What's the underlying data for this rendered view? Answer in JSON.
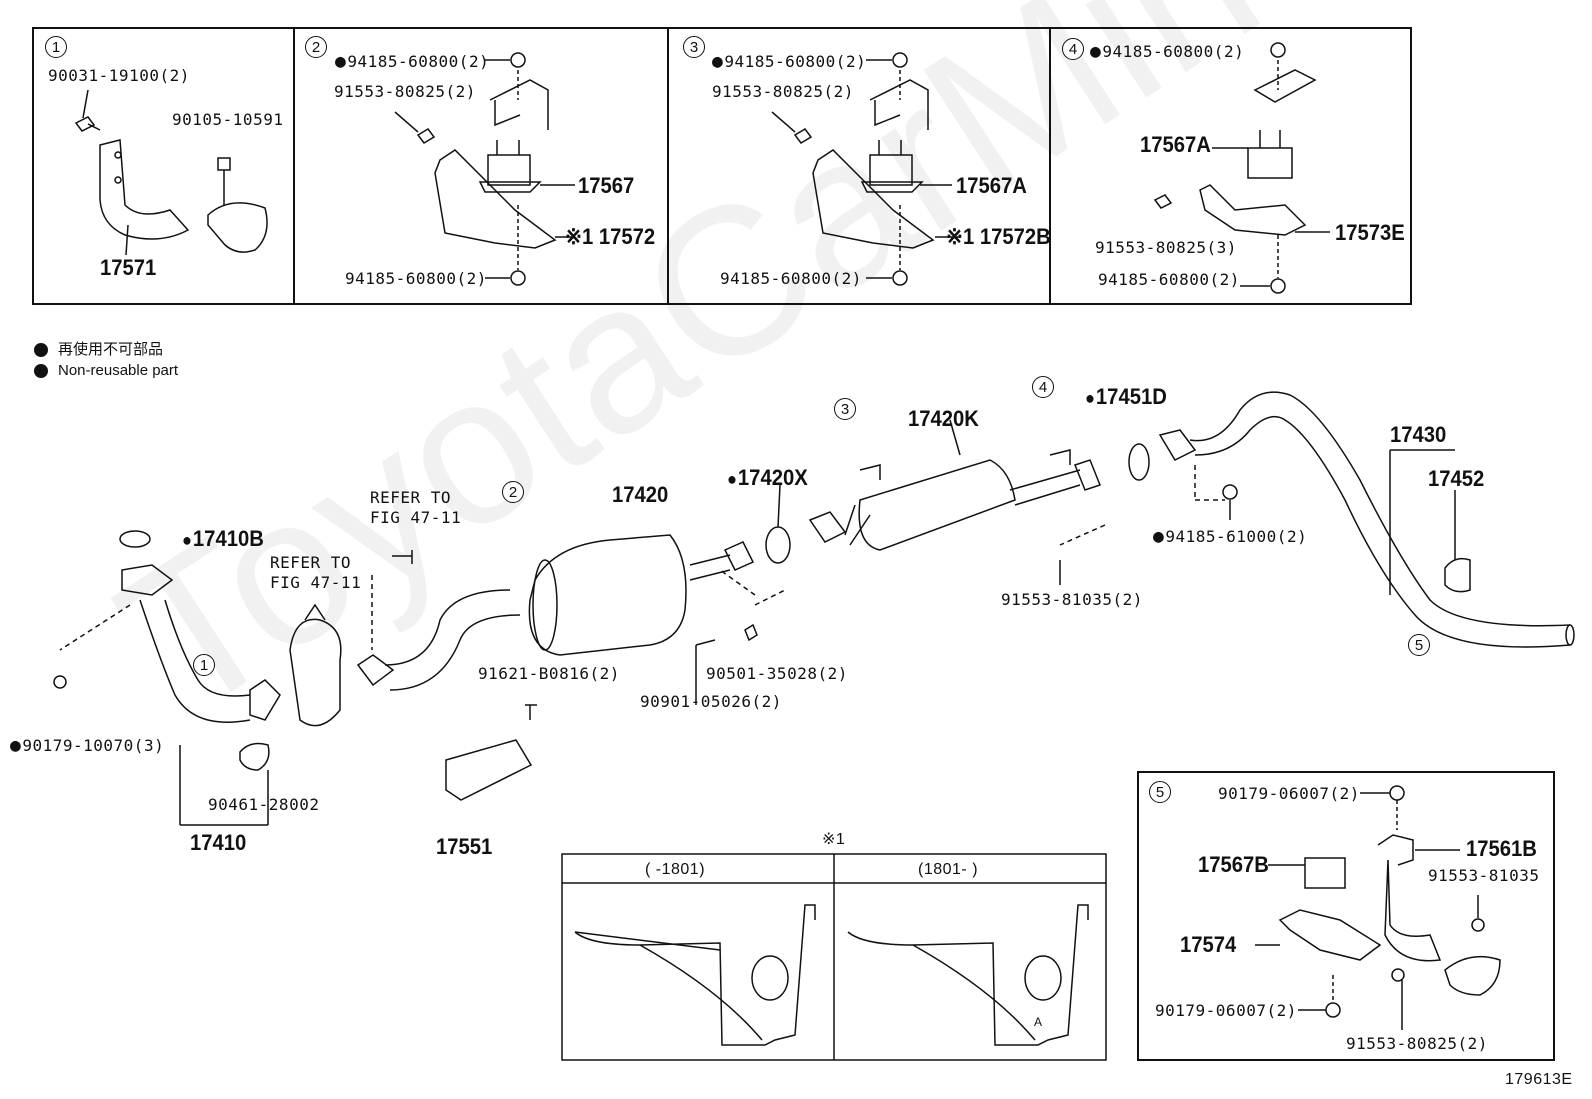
{
  "watermark": "ToyotaCarMirrors.ru",
  "legend": {
    "ja": "再使用不可部品",
    "en": "Non-reusable part"
  },
  "boxes": {
    "b1": {
      "num": "1",
      "p1": "90031-19100(2)",
      "p2": "90105-10591",
      "p3": "17571"
    },
    "b2": {
      "num": "2",
      "p1": "94185-60800(2)",
      "p2": "91553-80825(2)",
      "p3": "17567",
      "p4": "※1 17572",
      "p5": "94185-60800(2)"
    },
    "b3": {
      "num": "3",
      "p1": "94185-60800(2)",
      "p2": "91553-80825(2)",
      "p3": "17567A",
      "p4": "※1 17572B",
      "p5": "94185-60800(2)"
    },
    "b4": {
      "num": "4",
      "p1": "94185-60800(2)",
      "p2": "17567A",
      "p3": "91553-80825(3)",
      "p4": "17573E",
      "p5": "94185-60800(2)"
    },
    "b5": {
      "num": "5",
      "p1": "90179-06007(2)",
      "p2": "17561B",
      "p3": "17567B",
      "p4": "91553-81035",
      "p5": "17574",
      "p6": "90179-06007(2)",
      "p7": "91553-80825(2)"
    }
  },
  "main": {
    "refer1a": "REFER TO",
    "refer1b": "FIG 47-11",
    "refer2a": "REFER TO",
    "refer2b": "FIG 47-11",
    "p17410B": "17410B",
    "p90179_10070": "90179-10070(3)",
    "p90461": "90461-28002",
    "p17410": "17410",
    "p17420": "17420",
    "p91621": "91621-B0816(2)",
    "p17551": "17551",
    "p90501": "90501-35028(2)",
    "p90901": "90901-05026(2)",
    "p17420X": "17420X",
    "p17420K": "17420K",
    "p17451D": "17451D",
    "p91553_81035": "91553-81035(2)",
    "p94185_61000": "94185-61000(2)",
    "p17430": "17430",
    "p17452": "17452",
    "c1": "1",
    "c2": "2",
    "c3": "3",
    "c4": "4",
    "c5": "5"
  },
  "note": {
    "mark": "※1",
    "col1": "(      -1801)",
    "col2": "(1801-      )",
    "a": "A"
  },
  "figure_id": "179613E"
}
